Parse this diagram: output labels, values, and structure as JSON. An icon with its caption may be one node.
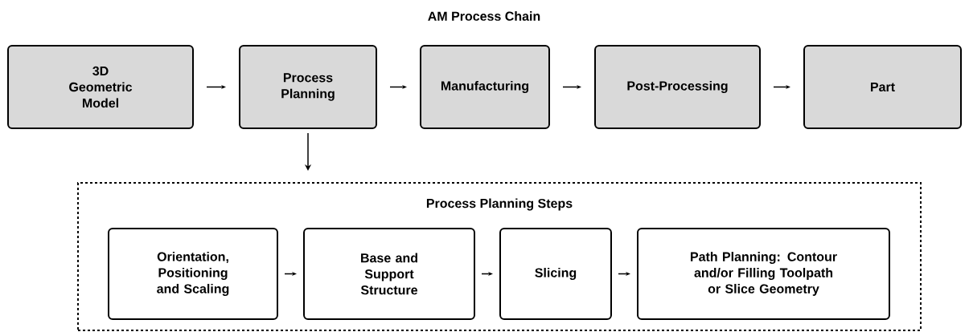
{
  "diagram": {
    "title": "AM Process Chain",
    "nodes": [
      {
        "text": [
          "3D Geometric Model"
        ]
      },
      {
        "text": [
          "Process Planning"
        ]
      },
      {
        "text": [
          "Manufacturing"
        ]
      },
      {
        "text": [
          "Post-Processing"
        ]
      },
      {
        "text": [
          "Part"
        ]
      },
      {
        "text": [
          "Process Planning Steps"
        ]
      },
      {
        "text": [
          "Orientation, Positioning and Scaling"
        ],
        "in": 5
      },
      {
        "text": [
          "Base and Support Structure"
        ],
        "in": 5
      },
      {
        "text": [
          "Slicing"
        ],
        "in": 5
      },
      {
        "text": [
          "Path Planning: Contour and/or Filling Toolpath or Slice Geometry"
        ],
        "in": 5
      }
    ],
    "edges": [
      {
        "from": 0,
        "to": 1,
        "arrow": "to"
      },
      {
        "from": 1,
        "to": 2,
        "arrow": "to"
      },
      {
        "from": 2,
        "to": 3,
        "arrow": "to"
      },
      {
        "from": 3,
        "to": 4,
        "arrow": "to"
      },
      {
        "from": 1,
        "to": 5,
        "arrow": "to"
      },
      {
        "from": 6,
        "to": 7,
        "arrow": "to"
      },
      {
        "from": 7,
        "to": 8,
        "arrow": "to"
      },
      {
        "from": 8,
        "to": 9,
        "arrow": "to"
      }
    ]
  }
}
